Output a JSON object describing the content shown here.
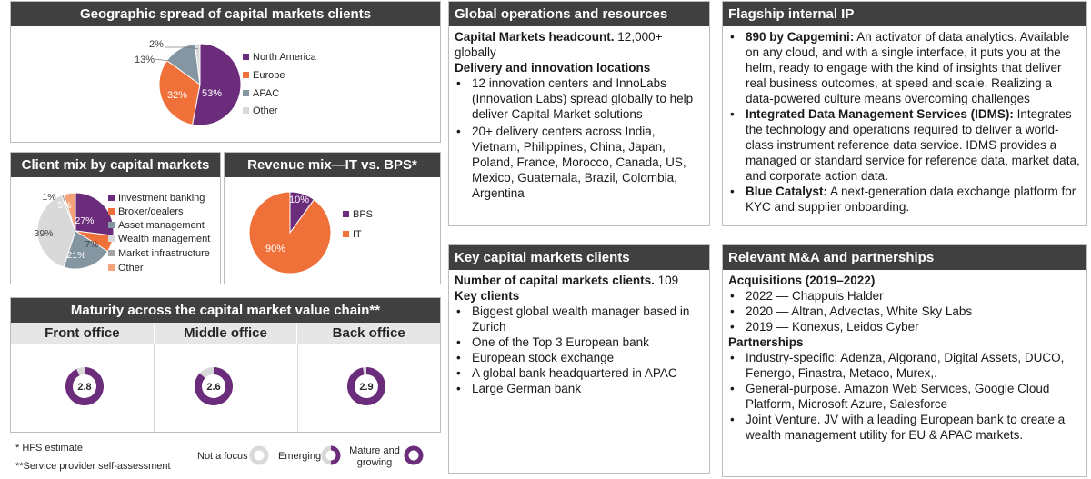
{
  "colors": {
    "header": "#404040",
    "purple": "#6c2c7c",
    "orange": "#f0703a",
    "slate": "#8496a2",
    "light": "#d9d9d9",
    "mid": "#a6a6a6"
  },
  "geo": {
    "title": "Geographic spread of capital markets clients",
    "legend": [
      "North America",
      "Europe",
      "APAC",
      "Other"
    ],
    "labels": [
      "53%",
      "32%",
      "13%",
      "2%"
    ]
  },
  "client_mix": {
    "title": "Client mix by capital markets",
    "legend": [
      "Investment banking",
      "Broker/dealers",
      "Asset management",
      "Wealth management",
      "Market infrastructure",
      "Other"
    ],
    "labels": [
      "27%",
      "7%",
      "21%",
      "39%",
      "1%",
      "5%"
    ]
  },
  "revenue": {
    "title": "Revenue mix—IT vs. BPS*",
    "legend": [
      "BPS",
      "IT"
    ],
    "labels": [
      "10%",
      "90%"
    ]
  },
  "chart_data": [
    {
      "type": "pie",
      "title": "Geographic spread of capital markets clients",
      "categories": [
        "North America",
        "Europe",
        "APAC",
        "Other"
      ],
      "values": [
        53,
        32,
        13,
        2
      ]
    },
    {
      "type": "pie",
      "title": "Client mix by capital markets",
      "categories": [
        "Investment banking",
        "Broker/dealers",
        "Asset management",
        "Wealth management",
        "Market infrastructure",
        "Other"
      ],
      "values": [
        27,
        7,
        21,
        39,
        1,
        5
      ]
    },
    {
      "type": "pie",
      "title": "Revenue mix—IT vs. BPS*",
      "categories": [
        "BPS",
        "IT"
      ],
      "values": [
        10,
        90
      ]
    }
  ],
  "maturity": {
    "title": "Maturity across the capital market value chain**",
    "columns": [
      {
        "label": "Front office",
        "value": "2.8",
        "level": 0.93
      },
      {
        "label": "Middle office",
        "value": "2.6",
        "level": 0.87
      },
      {
        "label": "Back office",
        "value": "2.9",
        "level": 0.97
      }
    ]
  },
  "footnotes": {
    "hfs": "* HFS estimate",
    "sp": "**Service provider self-assessment"
  },
  "maturity_legend": {
    "not_focus": "Not a focus",
    "emerging": "Emerging",
    "mature": "Mature and growing"
  },
  "global_ops": {
    "title": "Global operations and resources",
    "headcount_label": "Capital Markets headcount.",
    "headcount_value": " 12,000+ globally",
    "locations_heading": "Delivery and innovation locations",
    "bullets": [
      "12 innovation centers and InnoLabs (Innovation Labs) spread globally to help deliver Capital Market solutions",
      "20+ delivery centers across India, Vietnam, Philippines, China, Japan, Poland, France, Morocco, Canada, US, Mexico, Guatemala, Brazil, Colombia, Argentina"
    ]
  },
  "key_clients": {
    "title": "Key capital markets clients",
    "count_label": "Number of capital markets clients.",
    "count_value": " 109",
    "heading": "Key clients",
    "bullets": [
      "Biggest global wealth manager based in Zurich",
      "One of the Top 3 European bank",
      "European stock exchange",
      "A global bank headquartered in APAC",
      "Large German bank"
    ]
  },
  "flagship": {
    "title": "Flagship internal IP",
    "items": [
      {
        "name": "890 by Capgemini:",
        "text": " An activator of data analytics. Available on any cloud, and with a single interface, it puts you at the helm, ready to engage with the kind of insights that deliver real business outcomes, at speed and scale. Realizing a data-powered culture means overcoming challenges"
      },
      {
        "name": "Integrated Data Management Services (IDMS):",
        "text": " Integrates the technology and operations required to deliver a world-class instrument reference data service. IDMS provides a managed or standard service for reference data, market data, and corporate action data."
      },
      {
        "name": "Blue Catalyst:",
        "text": " A next-generation data exchange platform for KYC and supplier onboarding."
      }
    ]
  },
  "mna": {
    "title": "Relevant M&A and partnerships",
    "acq_heading": "Acquisitions (2019–2022)",
    "acquisitions": [
      "2022 — Chappuis Halder",
      "2020 — Altran, Advectas, White Sky Labs",
      "2019 — Konexus, Leidos Cyber"
    ],
    "part_heading": "Partnerships",
    "partnerships": [
      "Industry-specific: Adenza, Algorand, Digital Assets, DUCO, Fenergo, Finastra, Metaco, Murex,.",
      "General-purpose. Amazon Web Services, Google Cloud Platform, Microsoft Azure, Salesforce",
      "Joint Venture. JV with a leading European bank to create a wealth management utility for EU & APAC markets."
    ]
  }
}
